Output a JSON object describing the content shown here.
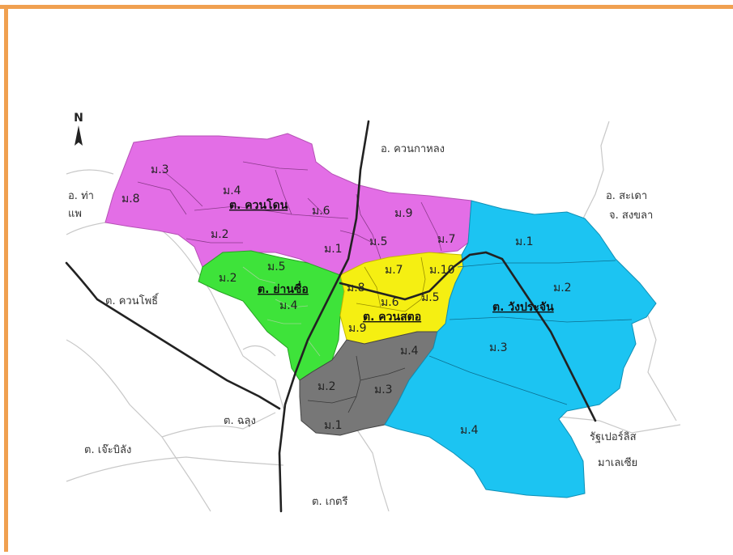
{
  "colors": {
    "frame": "#f0a050",
    "kuan_don": "#e36ee6",
    "yan_sue": "#3ee33a",
    "kuan_sato": "#f5ef12",
    "khuan_sato_south": "#777777",
    "wang_prachan": "#1cc4f2"
  },
  "north_arrow": {
    "label": "N"
  },
  "districts": {
    "kuan_don": {
      "name": "ต. ควนโดน",
      "villages": [
        "ม.3",
        "ม.8",
        "ม.4",
        "ม.6",
        "ม.9",
        "ม.2",
        "ม.1",
        "ม.5",
        "ม.7"
      ]
    },
    "yan_sue": {
      "name": "ต. ย่านซื่อ",
      "villages": [
        "ม.5",
        "ม.2",
        "ม.4"
      ]
    },
    "kuan_sato": {
      "name": "ต. ควนสตอ",
      "villages": [
        "ม.7",
        "ม.10",
        "ม.8",
        "ม.6",
        "ม.5",
        "ม.9"
      ]
    },
    "south_grey": {
      "villages": [
        "ม.4",
        "ม.2",
        "ม.3",
        "ม.1"
      ]
    },
    "wang_prachan": {
      "name": "ต. วังประจัน",
      "villages": [
        "ม.1",
        "ม.2",
        "ม.3",
        "ม.4"
      ]
    }
  },
  "outside_labels": {
    "north": "อ. ควนกาหลง",
    "northwest": "อ. ท่า",
    "northwest2": "แพ",
    "west": "ต. ควนโพธิ์",
    "northeast1": "อ. สะเดา",
    "northeast2": "จ. สงขลา",
    "southwest1": "ต. ฉลุง",
    "southwest2": "ต. เจ๊ะบิลัง",
    "south": "ต. เกตรี",
    "southeast1": "รัฐเปอร์ลิส",
    "southeast2": "มาเลเซีย"
  }
}
